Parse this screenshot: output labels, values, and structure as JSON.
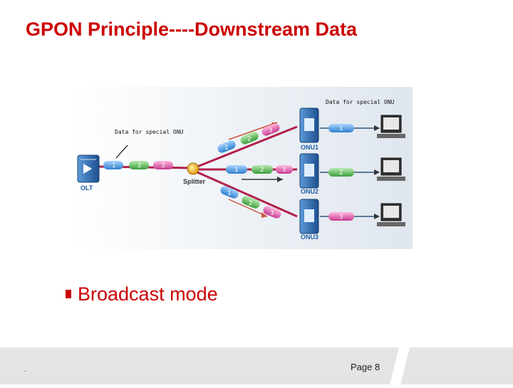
{
  "slide": {
    "title": "GPON Principle----Downstream Data",
    "bullet": "Broadcast mode",
    "page_label": "Page 8",
    "footer_mark": "."
  },
  "diagram": {
    "annotation_top": "Data for special ONU",
    "annotation_left": "Data for special ONU",
    "olt_label": "OLT",
    "splitter_label": "Splitter",
    "onus": [
      {
        "label": "ONU1",
        "received": "1"
      },
      {
        "label": "ONU2",
        "received": "2"
      },
      {
        "label": "ONU3",
        "received": "3"
      }
    ],
    "olt_packets": [
      "1",
      "2",
      "3"
    ],
    "branch_packets": [
      [
        "1",
        "2",
        "3"
      ],
      [
        "1",
        "2",
        "3"
      ],
      [
        "1",
        "2",
        "3"
      ]
    ]
  },
  "colors": {
    "title": "#cc0000",
    "packet_1": "#3a8ed8",
    "packet_2": "#3fae3f",
    "packet_3": "#d94aa0",
    "fiber": "#b0204a",
    "device": "#1f5ea8"
  }
}
